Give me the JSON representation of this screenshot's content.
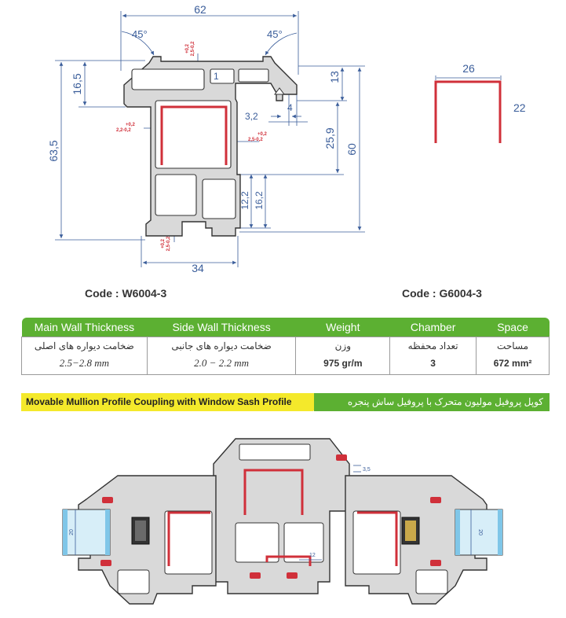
{
  "profile_drawing": {
    "dim_top_width": "62",
    "dim_bottom_width": "34",
    "dim_left_height": "63,5",
    "dim_left_upper": "16,5",
    "dim_right_height": "60",
    "dim_right_upper": "13",
    "dim_right_mid": "25,9",
    "dim_inner_1": "1",
    "dim_inner_4": "4",
    "dim_inner_3_2": "3,2",
    "dim_inner_12_2": "12,2",
    "dim_inner_16_2": "16,2",
    "angle_left": "45°",
    "angle_right": "45°",
    "tol_upper": "+0,2",
    "tol_lower": "2,5-0,2",
    "tol_inner_upper": "+0,2",
    "tol_inner_lower": "2,2-0,2",
    "tol_right_upper": "+0,2",
    "tol_right_lower": "2,5-0,2",
    "tol_bottom_upper": "+0,2",
    "tol_bottom_lower": "2,5-0,2"
  },
  "steel_drawing": {
    "dim_width": "26",
    "dim_height": "22"
  },
  "codes": {
    "profile_code": "Code : W6004-3",
    "steel_code": "Code : G6004-3"
  },
  "spec_table": {
    "headers": [
      "Main Wall Thickness",
      "Side Wall Thickness",
      "Weight",
      "Chamber",
      "Space"
    ],
    "fa_labels": [
      "ضخامت دیواره های اصلی",
      "ضخامت دیواره های جانبی",
      "وزن",
      "تعداد محفظه",
      "مساحت"
    ],
    "values": [
      "2.5−2.8 mm",
      "2.0 − 2.2 mm",
      "975 gr/m",
      "3",
      "672 mm²"
    ]
  },
  "banner": {
    "title_en": "Movable Mullion Profile Coupling with Window Sash Profile",
    "title_fa": "کوپل پروفیل مولیون متحرک با پروفیل  ساش پنجره"
  },
  "assembly_drawing": {
    "dim_gap": "3,5",
    "dim_mid": "12",
    "glass_left": "20",
    "glass_right": "20"
  },
  "colors": {
    "accent_green": "#5cb032",
    "banner_yellow": "#f4e92b",
    "steel_red": "#d0303a",
    "dimension_blue": "#3a5d9a",
    "glass_blue": "#7fc6e8"
  }
}
